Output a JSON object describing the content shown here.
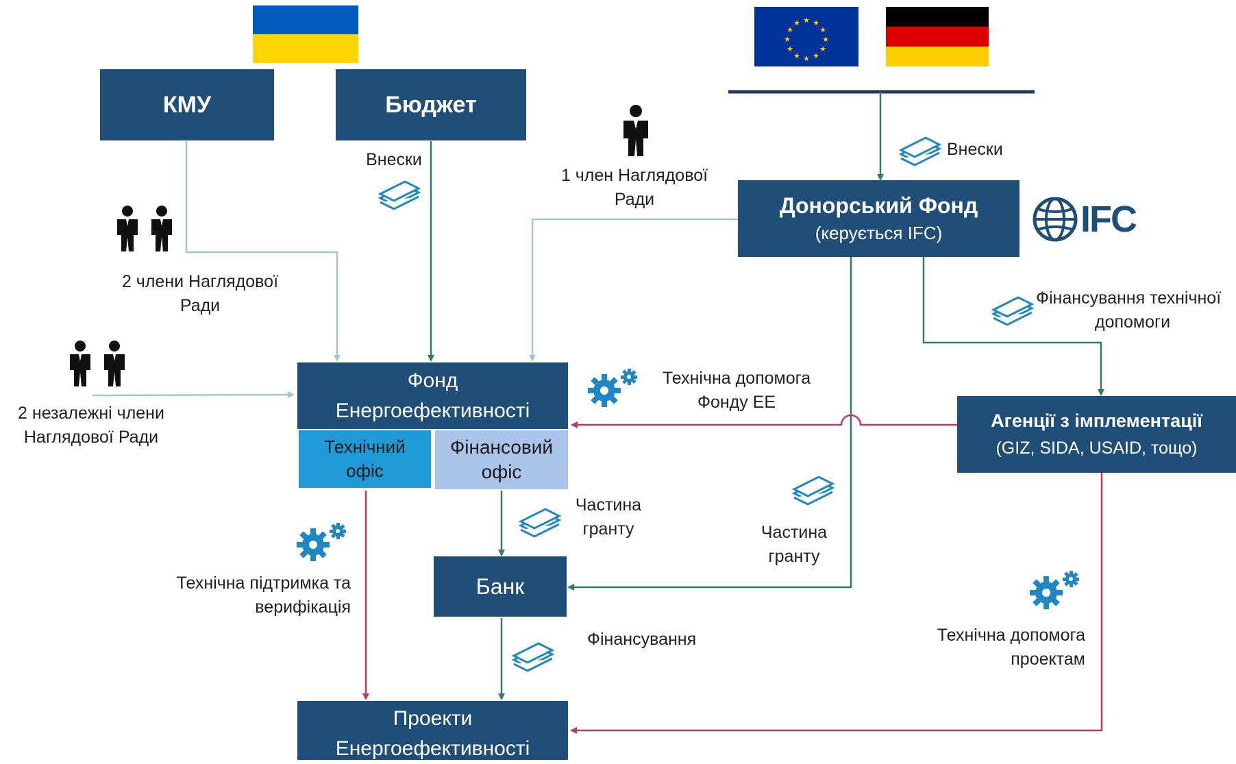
{
  "nodes": {
    "kmu": "КМУ",
    "budget": "Бюджет",
    "donor_fund": {
      "title": "Донорський Фонд",
      "subtitle": "(керується IFC)"
    },
    "ee_fund": {
      "line1": "Фонд",
      "line2": "Енергоефективності"
    },
    "tech_office": {
      "line1": "Технічний",
      "line2": "офіс"
    },
    "fin_office": {
      "line1": "Фінансовий",
      "line2": "офіс"
    },
    "agencies": {
      "title": "Агенції з імплементації",
      "subtitle": "(GIZ, SIDA, USAID, тощо)"
    },
    "bank": "Банк",
    "projects": {
      "line1": "Проекти",
      "line2": "Енергоефективності"
    }
  },
  "logo": {
    "text": "IFC"
  },
  "labels": {
    "budget_contrib": "Внески",
    "donor_contrib": "Внески",
    "one_member": [
      "1 член Наглядової",
      "Ради"
    ],
    "two_members": [
      "2 члени Наглядової",
      "Ради"
    ],
    "two_independent": [
      "2 незалежні члени",
      "Наглядової Ради"
    ],
    "ta_funding": [
      "Фінансування технічної",
      "допомоги"
    ],
    "ta_fund": [
      "Технічна допомога",
      "Фонду ЕЕ"
    ],
    "grant_part_1": [
      "Частина",
      "гранту"
    ],
    "grant_part_2": [
      "Частина",
      "гранту"
    ],
    "tech_support": [
      "Технічна підтримка та",
      "верифікація"
    ],
    "financing": "Фінансування",
    "ta_projects": [
      "Технічна допомога",
      "проектам"
    ]
  },
  "colors": {
    "box": "#1f4e79",
    "tech_office": "#1f9ad6",
    "fin_office": "#a9c4e8",
    "arrow_green": "#2e7d5b",
    "arrow_light": "#a7c3d4",
    "arrow_red": "#c0395b",
    "icon_blue": "#1f87c4"
  }
}
